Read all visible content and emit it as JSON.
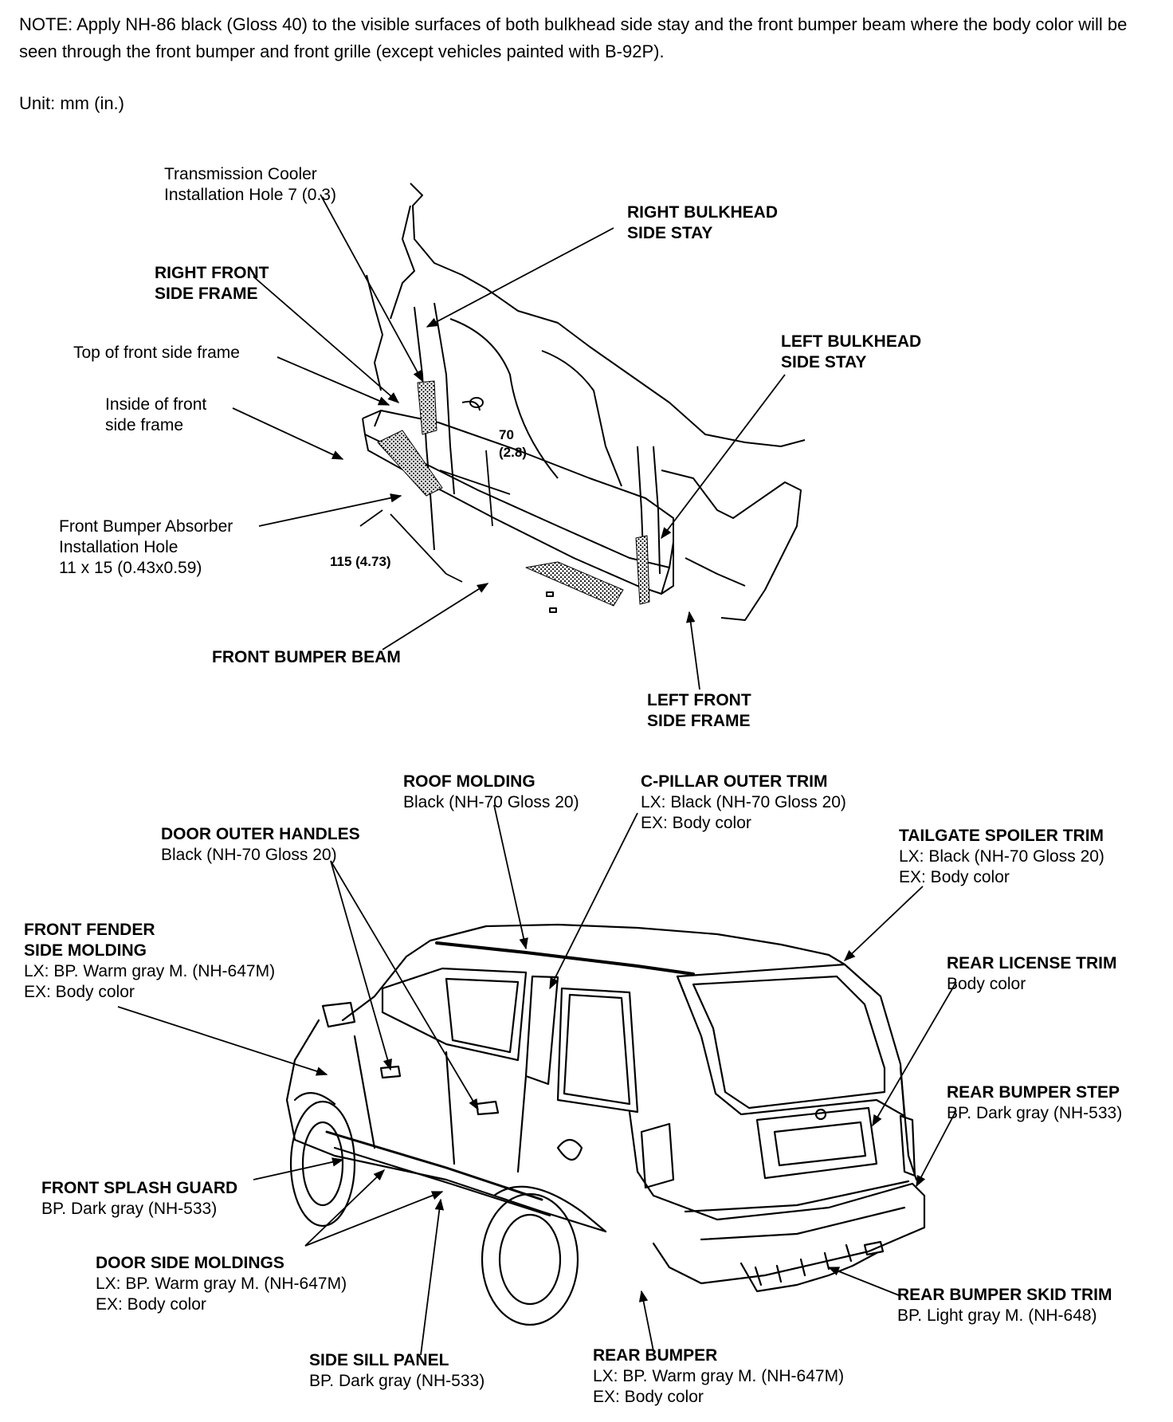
{
  "note": "NOTE: Apply NH-86 black (Gloss 40) to the visible surfaces of both bulkhead side stay and the front bumper beam where the body color will be seen through the front bumper and front grille (except vehicles painted with B-92P).",
  "unit": "Unit: mm (in.)",
  "front": {
    "transmission_cooler": {
      "line1": "Transmission  Cooler",
      "line2": "Installation Hole 7 (0.3)"
    },
    "right_front_side_frame": {
      "line1": "RIGHT FRONT",
      "line2": "SIDE FRAME"
    },
    "top_of_front_side_frame": "Top of front side frame",
    "inside_of_front_side_frame": {
      "line1": "Inside of front",
      "line2": "side frame"
    },
    "bumper_absorber_hole": {
      "line1": "Front Bumper Absorber",
      "line2": "Installation Hole",
      "line3": "11 x 15 (0.43x0.59)"
    },
    "right_bulkhead_side_stay": {
      "line1": "RIGHT BULKHEAD",
      "line2": "SIDE STAY"
    },
    "left_bulkhead_side_stay": {
      "line1": "LEFT BULKHEAD",
      "line2": "SIDE STAY"
    },
    "dim_70": {
      "line1": "70",
      "line2": "(2.8)"
    },
    "dim_115": "115 (4.73)",
    "front_bumper_beam": "FRONT  BUMPER  BEAM",
    "left_front_side_frame": {
      "line1": "LEFT FRONT",
      "line2": "SIDE FRAME"
    }
  },
  "rear": {
    "roof_molding": {
      "title": "ROOF MOLDING",
      "line2": "Black (NH-70 Gloss 20)"
    },
    "c_pillar_outer_trim": {
      "title": "C-PILLAR  OUTER TRIM",
      "line2": "LX:  Black (NH-70 Gloss 20)",
      "line3": "EX:  Body color"
    },
    "door_outer_handles": {
      "title": "DOOR  OUTER  HANDLES",
      "line2": "Black (NH-70 Gloss 20)"
    },
    "tailgate_spoiler_trim": {
      "title": "TAILGATE SPOILER TRIM",
      "line2": "LX:  Black (NH-70 Gloss 20)",
      "line3": "EX: Body color"
    },
    "front_fender_side_molding": {
      "title1": "FRONT  FENDER",
      "title2": "SIDE  MOLDING",
      "line3": "LX:  BP. Warm gray M.  (NH-647M)",
      "line4": "EX: Body color"
    },
    "rear_license_trim": {
      "title": "REAR LICENSE TRIM",
      "line2": "Body color"
    },
    "rear_bumper_step": {
      "title": "REAR BUMPER STEP",
      "line2": "BP. Dark gray (NH-533)"
    },
    "front_splash_guard": {
      "title": "FRONT SPLASH GUARD",
      "line2": "BP. Dark gray (NH-533)"
    },
    "door_side_moldings": {
      "title": "DOOR  SIDE  MOLDINGS",
      "line2": "LX:  BP. Warm gray M.  (NH-647M)",
      "line3": "EX:  Body color"
    },
    "rear_bumper_skid_trim": {
      "title": "REAR BUMPER SKID TRIM",
      "line2": "BP. Light gray M.  (NH-648)"
    },
    "side_sill_panel": {
      "title": "SIDE SILL PANEL",
      "line2": "BP. Dark gray (NH-533)"
    },
    "rear_bumper": {
      "title": "REAR BUMPER",
      "line2": "LX:  BP. Warm gray M.  (NH-647M)",
      "line3": "EX:  Body color"
    }
  }
}
